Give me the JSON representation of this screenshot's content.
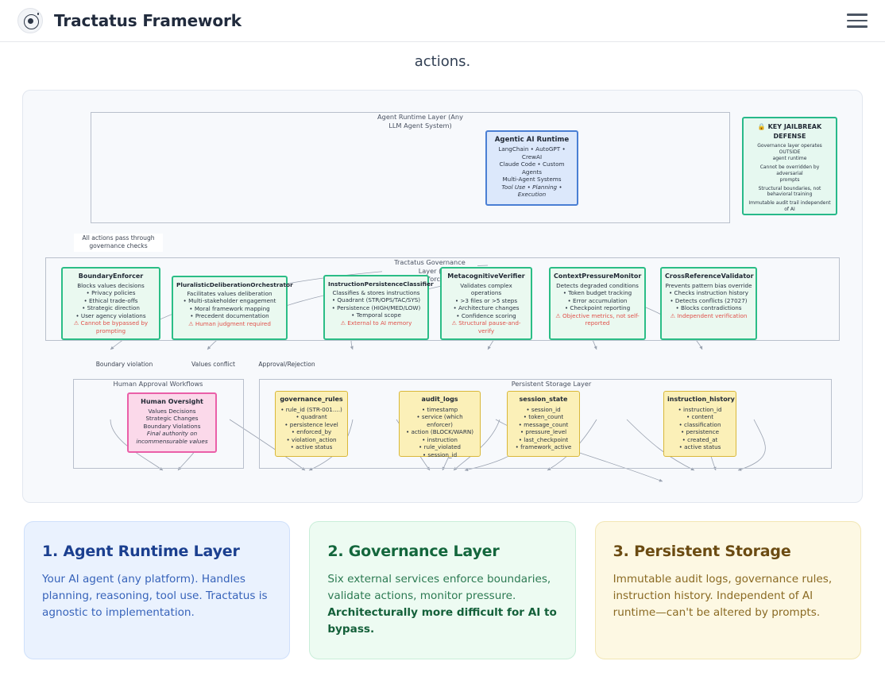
{
  "header": {
    "title": "Tractatus Framework",
    "logo_icon": "concentric-circles-logo-icon",
    "menu_icon": "hamburger-menu-icon"
  },
  "lead": {
    "text": "actions."
  },
  "diagram": {
    "groups": {
      "agent_runtime": "Agent Runtime Layer (Any\nLLM Agent System)",
      "agent_runtime_line1": "Agent Runtime Layer (Any",
      "agent_runtime_line2": "LLM Agent System)",
      "governance_line1": "Tractatus Governance",
      "governance_line2": "Layer (",
      "governance_line3": "Enforc",
      "human_approval": "Human Approval Workflows",
      "persistent_storage": "Persistent Storage Layer"
    },
    "edge_labels": {
      "all_actions_line1": "All actions pass through",
      "all_actions_line2": "governance checks",
      "boundary_violation": "Boundary violation",
      "values_conflict": "Values conflict",
      "approval_rejection": "Approval/Rejection"
    },
    "runtime_node": {
      "title": "Agentic AI Runtime",
      "lines": [
        "LangChain • AutoGPT •",
        "CrewAI",
        "Claude Code • Custom",
        "Agents",
        "Multi-Agent Systems"
      ],
      "emphasis": [
        "Tool Use • Planning •",
        "Execution"
      ]
    },
    "key_defense": {
      "icon": "lock-icon",
      "title_line1": "KEY JAILBREAK",
      "title_line2": "DEFENSE",
      "lines": [
        "Governance layer operates OUTSIDE",
        "agent runtime",
        "Cannot be overridden by adversarial",
        "prompts",
        "Structural boundaries, not",
        "behavioral training",
        "Immutable audit trail independent",
        "of AI"
      ]
    },
    "services": [
      {
        "title": "BoundaryEnforcer",
        "subtitle": "Blocks values decisions",
        "bullets": [
          "• Privacy policies",
          "• Ethical trade-offs",
          "• Strategic direction",
          "• User agency violations"
        ],
        "warning": "⚠ Cannot be bypassed by prompting"
      },
      {
        "title": "PluralisticDeliberationOrchestrator",
        "subtitle": "Facilitates values deliberation",
        "bullets": [
          "• Multi-stakeholder engagement",
          "• Moral framework mapping",
          "• Precedent documentation"
        ],
        "warning": "⚠ Human judgment required"
      },
      {
        "title": "InstructionPersistenceClassifier",
        "subtitle": "Classifies & stores instructions",
        "bullets": [
          "• Quadrant (STR/OPS/TAC/SYS)",
          "• Persistence (HIGH/MED/LOW)",
          "• Temporal scope"
        ],
        "warning": "⚠ External to AI memory"
      },
      {
        "title": "MetacognitiveVerifier",
        "subtitle": "Validates complex operations",
        "bullets": [
          "• >3 files or >5 steps",
          "• Architecture changes",
          "• Confidence scoring"
        ],
        "warning": "⚠ Structural pause-and-verify"
      },
      {
        "title": "ContextPressureMonitor",
        "subtitle": "Detects degraded conditions",
        "bullets": [
          "• Token budget tracking",
          "• Error accumulation",
          "• Checkpoint reporting"
        ],
        "warning": "⚠ Objective metrics, not self-reported"
      },
      {
        "title": "CrossReferenceValidator",
        "subtitle": "Prevents pattern bias override",
        "bullets": [
          "• Checks instruction history",
          "• Detects conflicts (27027)",
          "• Blocks contradictions"
        ],
        "warning": "⚠ Independent verification"
      }
    ],
    "human_oversight": {
      "title": "Human Oversight",
      "lines": [
        "Values Decisions",
        "Strategic Changes",
        "Boundary Violations"
      ],
      "emphasis": [
        "Final authority on",
        "incommensurable values"
      ]
    },
    "stores": [
      {
        "title": "governance_rules",
        "fields": [
          "• rule_id (STR-001....)",
          "• quadrant",
          "• persistence level",
          "• enforced_by",
          "• violation_action",
          "• active status"
        ]
      },
      {
        "title": "audit_logs",
        "fields": [
          "• timestamp",
          "• service (which enforcer)",
          "• action (BLOCK/WARN)",
          "• instruction",
          "• rule_violated",
          "• session_id"
        ]
      },
      {
        "title": "session_state",
        "fields": [
          "• session_id",
          "• token_count",
          "• message_count",
          "• pressure_level",
          "• last_checkpoint",
          "• framework_active"
        ]
      },
      {
        "title": "instruction_history",
        "fields": [
          "• instruction_id",
          "• content",
          "• classification",
          "• persistence",
          "• created_at",
          "• active status"
        ]
      }
    ]
  },
  "cards": [
    {
      "heading": "1. Agent Runtime Layer",
      "body": "Your AI agent (any platform). Handles planning, reasoning, tool use. Tractatus is agnostic to implementation.",
      "bold_tail": ""
    },
    {
      "heading": "2. Governance Layer",
      "body": "Six external services enforce boundaries, validate actions, monitor pressure. ",
      "bold_tail": "Architecturally more difficult for AI to bypass."
    },
    {
      "heading": "3. Persistent Storage",
      "body": "Immutable audit logs, governance rules, instruction history. Independent of AI runtime—can't be altered by prompts.",
      "bold_tail": ""
    }
  ],
  "colors": {
    "accent_blue": "#4a7fd4",
    "accent_green": "#2bbd86",
    "accent_pink": "#ea5fa8",
    "accent_yellow": "#d9b83a",
    "warning_red": "#e0504a"
  }
}
